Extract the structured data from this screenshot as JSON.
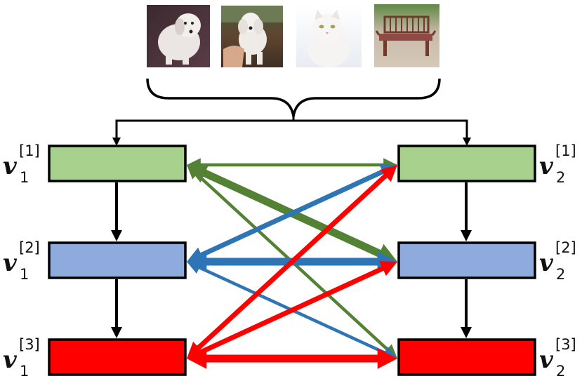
{
  "images": [
    {
      "name": "white-dog-photo",
      "desc_icon": "dog-icon"
    },
    {
      "name": "poodle-photo",
      "desc_icon": "dog-icon"
    },
    {
      "name": "white-cat-photo",
      "desc_icon": "cat-icon"
    },
    {
      "name": "bench-photo",
      "desc_icon": "bench-icon"
    }
  ],
  "colors": {
    "green_fill": "#a9d18e",
    "blue_fill": "#8faadc",
    "red_fill": "#ff0000",
    "green_arrow": "#548235",
    "blue_arrow": "#2e75b6",
    "red_arrow": "#ff0000",
    "black": "#000000"
  },
  "left_nodes": [
    {
      "symbol": "v",
      "sub": "1",
      "sup": "[1]",
      "level": 1
    },
    {
      "symbol": "v",
      "sub": "1",
      "sup": "[2]",
      "level": 2
    },
    {
      "symbol": "v",
      "sub": "1",
      "sup": "[3]",
      "level": 3
    }
  ],
  "right_nodes": [
    {
      "symbol": "v",
      "sub": "2",
      "sup": "[1]",
      "level": 1
    },
    {
      "symbol": "v",
      "sub": "2",
      "sup": "[2]",
      "level": 2
    },
    {
      "symbol": "v",
      "sub": "2",
      "sup": "[3]",
      "level": 3
    }
  ],
  "cross_edges": [
    {
      "from": "L1",
      "to": "R1",
      "color": "green",
      "weight": "thin",
      "bidirectional": true
    },
    {
      "from": "L1",
      "to": "R2",
      "color": "green",
      "weight": "thick",
      "bidirectional": true
    },
    {
      "from": "L1",
      "to": "R3",
      "color": "green",
      "weight": "thin",
      "bidirectional": true
    },
    {
      "from": "L2",
      "to": "R1",
      "color": "blue",
      "weight": "medium",
      "bidirectional": true
    },
    {
      "from": "L2",
      "to": "R2",
      "color": "blue",
      "weight": "thick",
      "bidirectional": true
    },
    {
      "from": "L2",
      "to": "R3",
      "color": "blue",
      "weight": "thin",
      "bidirectional": true
    },
    {
      "from": "L3",
      "to": "R1",
      "color": "red",
      "weight": "medium",
      "bidirectional": true
    },
    {
      "from": "L3",
      "to": "R2",
      "color": "red",
      "weight": "medium",
      "bidirectional": true
    },
    {
      "from": "L3",
      "to": "R3",
      "color": "red",
      "weight": "thick",
      "bidirectional": true
    }
  ]
}
